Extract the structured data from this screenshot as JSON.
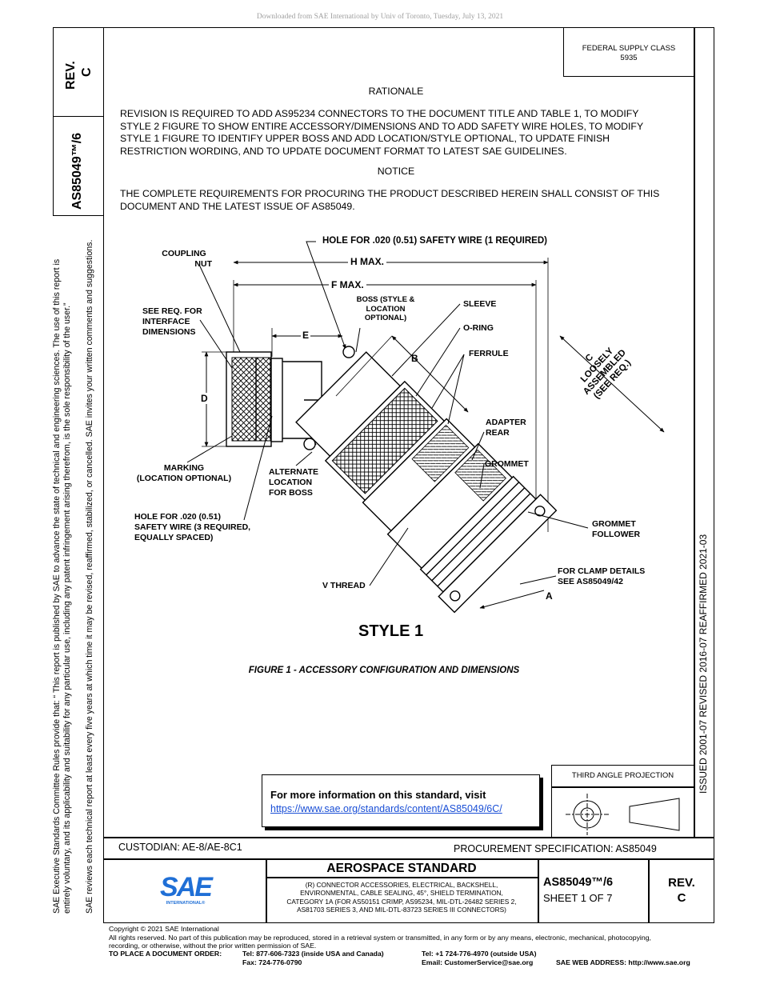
{
  "download_note": "Downloaded from SAE International by Univ of Toronto, Tuesday, July 13, 2021",
  "rev_box": {
    "label": "REV.",
    "value": "C"
  },
  "doc_number_side": "AS85049™/6",
  "federal_supply": {
    "line1": "FEDERAL SUPPLY CLASS",
    "line2": "5935"
  },
  "rationale": {
    "heading": "RATIONALE",
    "lines": [
      "REVISION IS REQUIRED TO ADD AS95234 CONNECTORS TO THE DOCUMENT TITLE AND TABLE 1, TO MODIFY",
      "STYLE 2 FIGURE TO SHOW ENTIRE ACCESSORY/DIMENSIONS AND TO ADD SAFETY WIRE HOLES, TO MODIFY",
      "STYLE 1 FIGURE TO IDENTIFY UPPER BOSS AND ADD LOCATION/STYLE OPTIONAL, TO UPDATE FINISH",
      "RESTRICTION WORDING, AND TO UPDATE DOCUMENT FORMAT TO LATEST SAE GUIDELINES."
    ]
  },
  "notice": {
    "heading": "NOTICE",
    "lines": [
      "THE COMPLETE REQUIREMENTS FOR PROCURING THE PRODUCT DESCRIBED HEREIN SHALL CONSIST OF THIS",
      "DOCUMENT  AND THE LATEST ISSUE OF AS85049."
    ]
  },
  "figure": {
    "labels": {
      "hole_top": "HOLE FOR .020 (0.51) SAFETY WIRE (1 REQUIRED)",
      "coupling_nut_1": "COUPLING",
      "coupling_nut_2": "NUT",
      "h_max": "H MAX.",
      "f_max": "F MAX.",
      "boss_1": "BOSS (STYLE &",
      "boss_2": "LOCATION",
      "boss_3": "OPTIONAL)",
      "sleeve": "SLEEVE",
      "see_req_1": "SEE REQ. FOR",
      "see_req_2": "INTERFACE",
      "see_req_3": "DIMENSIONS",
      "o_ring": "O-RING",
      "e": "E",
      "b": "B",
      "ferrule": "FERRULE",
      "c_1": "C",
      "c_2": "LOOSELY",
      "c_3": "ASSEMBLED",
      "c_4": "(SEE REQ.)",
      "d": "D",
      "adapter_1": "ADAPTER",
      "adapter_2": "REAR",
      "grommet": "GROMMET",
      "marking_1": "MARKING",
      "marking_2": "(LOCATION OPTIONAL)",
      "alt_1": "ALTERNATE",
      "alt_2": "LOCATION",
      "alt_3": "FOR BOSS",
      "hole_bottom_1": "HOLE FOR .020 (0.51)",
      "hole_bottom_2": "SAFETY WIRE (3 REQUIRED,",
      "hole_bottom_3": "EQUALLY SPACED)",
      "grommet_follower_1": "GROMMET",
      "grommet_follower_2": "FOLLOWER",
      "clamp_1": "FOR CLAMP DETAILS",
      "clamp_2": "SEE AS85049/42",
      "v_thread": "V THREAD",
      "a": "A"
    },
    "style_title": "STYLE 1",
    "caption": "FIGURE 1 - ACCESSORY CONFIGURATION AND DIMENSIONS"
  },
  "info_box": {
    "text": "For more information on this standard, visit",
    "link": "https://www.sae.org/standards/content/AS85049/6C/"
  },
  "projection": {
    "label": "THIRD ANGLE PROJECTION"
  },
  "custodian": "CUSTODIAN: AE-8/AE-8C1",
  "procurement": "PROCUREMENT SPECIFICATION: AS85049",
  "title_block": {
    "heading": "AEROSPACE STANDARD",
    "desc_lines": [
      "(R) CONNECTOR ACCESSORIES, ELECTRICAL, BACKSHELL,",
      "ENVIRONMENTAL, CABLE SEALING, 45°, SHIELD TERMINATION,",
      "CATEGORY 1A (FOR AS50151 CRIMP, AS95234, MIL-DTL-26482 SERIES 2,",
      "AS81703 SERIES 3, AND MIL-DTL-83723 SERIES III CONNECTORS)"
    ],
    "doc_number": "AS85049™/6",
    "sheet": "SHEET 1 OF 7",
    "rev_label": "REV.",
    "rev_value": "C",
    "logo_text": "SAE",
    "logo_sub": "INTERNATIONAL®"
  },
  "right_strip": "ISSUED 2001-07     REVISED 2016-07     REAFFIRMED 2021-03",
  "left_notice": {
    "line1": "SAE Executive Standards Committee Rules provide that: “  This report is published by SAE to advance the state of technical and engineering sciences. The use of this report is",
    "line2": "entirely voluntary, and its applicability and suitability for any particular use, including any patent infringement arising therefrom, is the sole responsibility of the user.”",
    "line3": "SAE reviews each technical report at least every five years at which time it may be revised, reaffirmed, stabilized, or cancelled. SAE invites your written comments and suggestions."
  },
  "footer": {
    "copyright": "Copyright © 2021 SAE International",
    "rights1": "All rights reserved. No part of this publication may be reproduced, stored in a retrieval system or transmitted, in any form or by any means, electronic, mechanical, photocopying,",
    "rights2": "recording, or otherwise, without the prior written permission of SAE.",
    "order_label": "TO PLACE A DOCUMENT ORDER:",
    "tel1": "Tel:  877-606-7323 (inside USA and Canada)",
    "fax": "Fax:  724-776-0790",
    "tel2": "Tel:   +1 724-776-4970 (outside USA)",
    "email": "Email: CustomerService@sae.org",
    "web": "SAE WEB ADDRESS: http://www.sae.org"
  }
}
